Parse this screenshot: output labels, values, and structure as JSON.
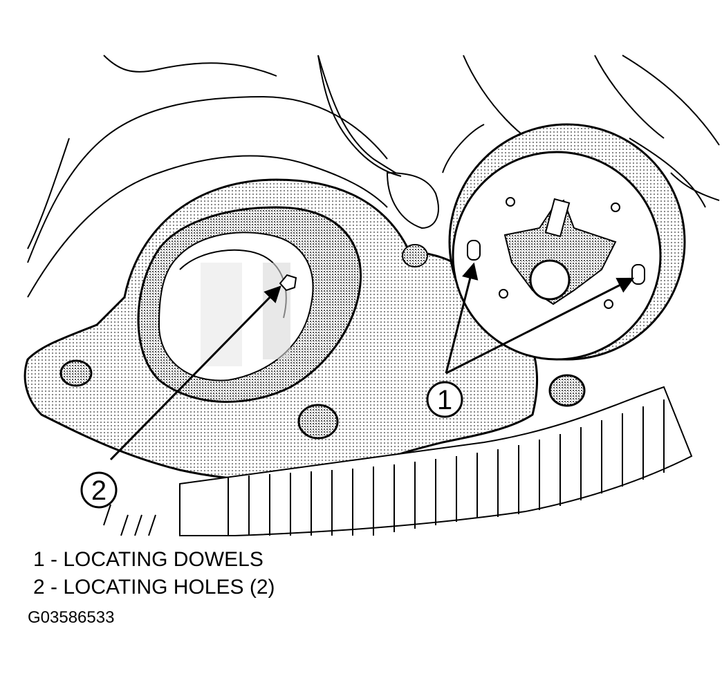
{
  "callouts": [
    {
      "number": "1",
      "label": "LOCATING DOWELS"
    },
    {
      "number": "2",
      "label": "LOCATING HOLES (2)"
    }
  ],
  "legend": [
    {
      "text": "1 - LOCATING DOWELS"
    },
    {
      "text": "2 - LOCATING HOLES (2)"
    }
  ],
  "figure_id": "G03586533",
  "colors": {
    "line": "#000000",
    "background": "#ffffff",
    "shading": "#9a9a9a"
  }
}
